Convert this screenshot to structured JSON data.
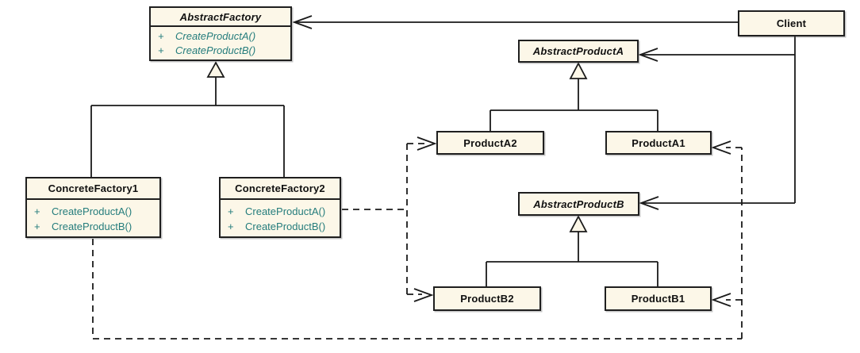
{
  "colors": {
    "box_fill": "#FCF7E8",
    "box_border": "#1F1F1F",
    "method_text": "#247C7C",
    "line": "#1A1A1A"
  },
  "classes": {
    "abstract_factory": {
      "name": "AbstractFactory",
      "methods": [
        {
          "vis": "+",
          "sig": "CreateProductA()"
        },
        {
          "vis": "+",
          "sig": "CreateProductB()"
        }
      ]
    },
    "client": {
      "name": "Client"
    },
    "abstract_product_a": {
      "name": "AbstractProductA"
    },
    "product_a2": {
      "name": "ProductA2"
    },
    "product_a1": {
      "name": "ProductA1"
    },
    "abstract_product_b": {
      "name": "AbstractProductB"
    },
    "concrete_factory1": {
      "name": "ConcreteFactory1",
      "methods": [
        {
          "vis": "+",
          "sig": "CreateProductA()"
        },
        {
          "vis": "+",
          "sig": "CreateProductB()"
        }
      ]
    },
    "concrete_factory2": {
      "name": "ConcreteFactory2",
      "methods": [
        {
          "vis": "+",
          "sig": "CreateProductA()"
        },
        {
          "vis": "+",
          "sig": "CreateProductB()"
        }
      ]
    },
    "product_b2": {
      "name": "ProductB2"
    },
    "product_b1": {
      "name": "ProductB1"
    }
  }
}
